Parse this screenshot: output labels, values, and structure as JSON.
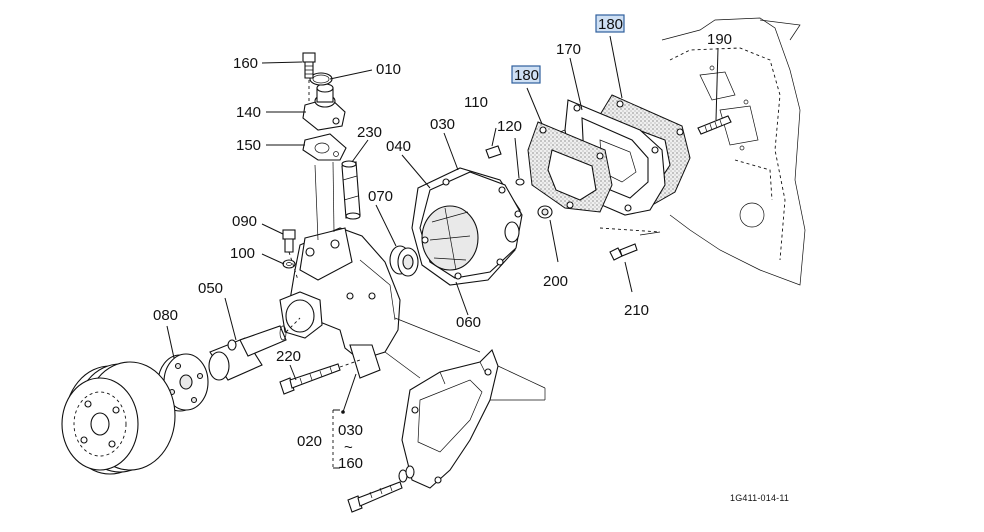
{
  "callouts": {
    "c160a": "160",
    "c010": "010",
    "c140": "140",
    "c150": "150",
    "c230": "230",
    "c110": "110",
    "c030": "030",
    "c040": "040",
    "c120": "120",
    "c070": "070",
    "c090": "090",
    "c100": "100",
    "c050": "050",
    "c080": "080",
    "c220": "220",
    "c060": "060",
    "c200": "200",
    "c170": "170",
    "c180_top": "180",
    "c180_left": "180",
    "c190": "190",
    "c210": "210",
    "c020": "020",
    "c030_range": "030",
    "range_tilde": "~",
    "c160_range": "160"
  },
  "drawing_ref": "1G411-014-11",
  "highlight_color": "#cfe0f4"
}
